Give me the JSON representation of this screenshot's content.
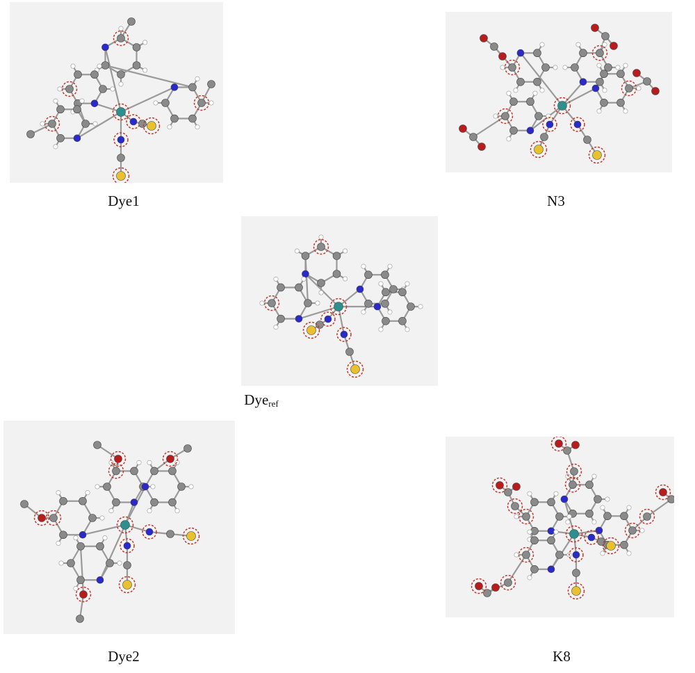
{
  "figure": {
    "panels": [
      {
        "id": "dye1",
        "label": "Dye1"
      },
      {
        "id": "n3",
        "label": "N3"
      },
      {
        "id": "dyeref",
        "label": "Dye",
        "label_sub": "ref"
      },
      {
        "id": "dye2",
        "label": "Dye2"
      },
      {
        "id": "k8",
        "label": "K8"
      }
    ],
    "atom_colors": {
      "C": "#8a8a8a",
      "N": "#2a2acc",
      "Ru": "#2f8f8f",
      "S": "#e8c030",
      "O": "#b81c1c",
      "H": "#ffffff"
    },
    "highlight_color": "#c0392b"
  }
}
